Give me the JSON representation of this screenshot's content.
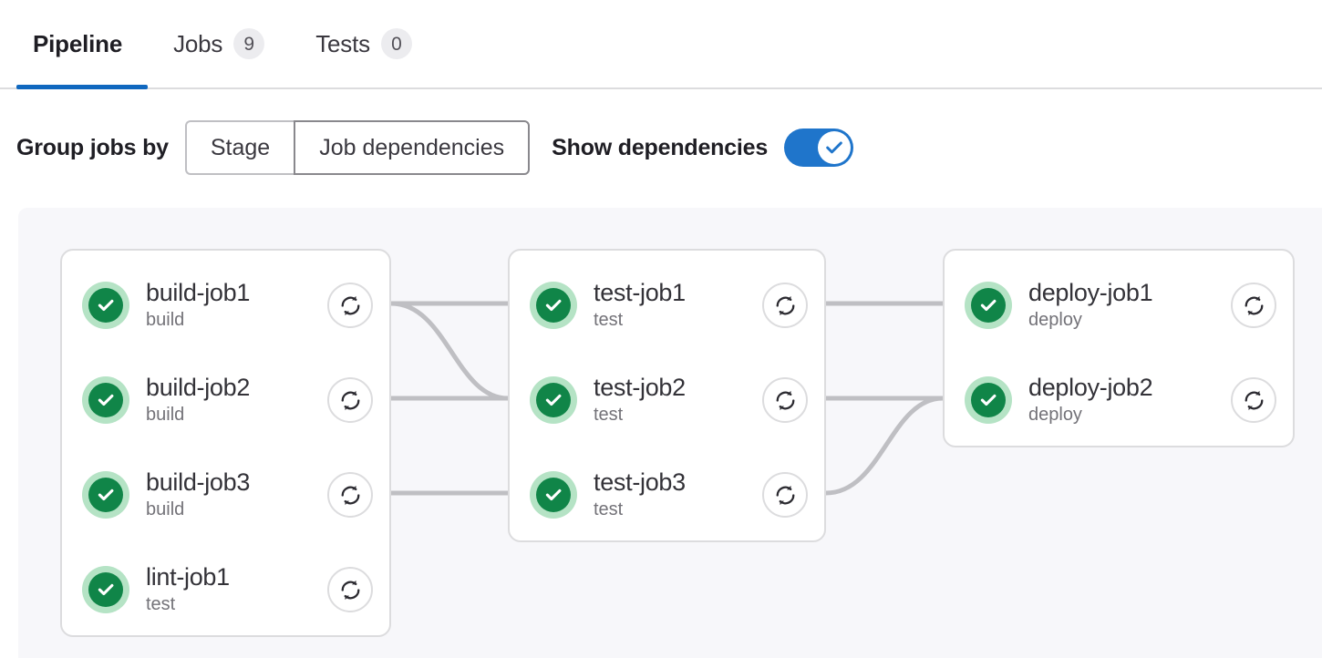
{
  "tabs": [
    {
      "label": "Pipeline",
      "badge": null,
      "active": true
    },
    {
      "label": "Jobs",
      "badge": "9",
      "active": false
    },
    {
      "label": "Tests",
      "badge": "0",
      "active": false
    }
  ],
  "controls": {
    "group_by_label": "Group jobs by",
    "segments": [
      {
        "label": "Stage",
        "selected": false
      },
      {
        "label": "Job dependencies",
        "selected": true
      }
    ],
    "show_dependencies_label": "Show dependencies",
    "show_dependencies_on": true
  },
  "colors": {
    "accent_blue": "#1f75cb",
    "tab_underline": "#1068bf",
    "status_green": "#108548",
    "status_green_halo": "#b5e3c5",
    "canvas_bg": "#f7f7fa",
    "card_border": "#dcdcde",
    "edge_line": "#bfbfc3",
    "job_name": "#333238",
    "job_stage": "#737278"
  },
  "pipeline": {
    "columns": [
      {
        "name": "build-column",
        "jobs": [
          {
            "name": "build-job1",
            "stage": "build",
            "status": "success",
            "status_icon": "check-circle-icon",
            "retry_icon": "retry-icon"
          },
          {
            "name": "build-job2",
            "stage": "build",
            "status": "success",
            "status_icon": "check-circle-icon",
            "retry_icon": "retry-icon"
          },
          {
            "name": "build-job3",
            "stage": "build",
            "status": "success",
            "status_icon": "check-circle-icon",
            "retry_icon": "retry-icon"
          },
          {
            "name": "lint-job1",
            "stage": "test",
            "status": "success",
            "status_icon": "check-circle-icon",
            "retry_icon": "retry-icon"
          }
        ]
      },
      {
        "name": "test-column",
        "jobs": [
          {
            "name": "test-job1",
            "stage": "test",
            "status": "success",
            "status_icon": "check-circle-icon",
            "retry_icon": "retry-icon"
          },
          {
            "name": "test-job2",
            "stage": "test",
            "status": "success",
            "status_icon": "check-circle-icon",
            "retry_icon": "retry-icon"
          },
          {
            "name": "test-job3",
            "stage": "test",
            "status": "success",
            "status_icon": "check-circle-icon",
            "retry_icon": "retry-icon"
          }
        ]
      },
      {
        "name": "deploy-column",
        "jobs": [
          {
            "name": "deploy-job1",
            "stage": "deploy",
            "status": "success",
            "status_icon": "check-circle-icon",
            "retry_icon": "retry-icon"
          },
          {
            "name": "deploy-job2",
            "stage": "deploy",
            "status": "success",
            "status_icon": "check-circle-icon",
            "retry_icon": "retry-icon"
          }
        ]
      }
    ]
  }
}
